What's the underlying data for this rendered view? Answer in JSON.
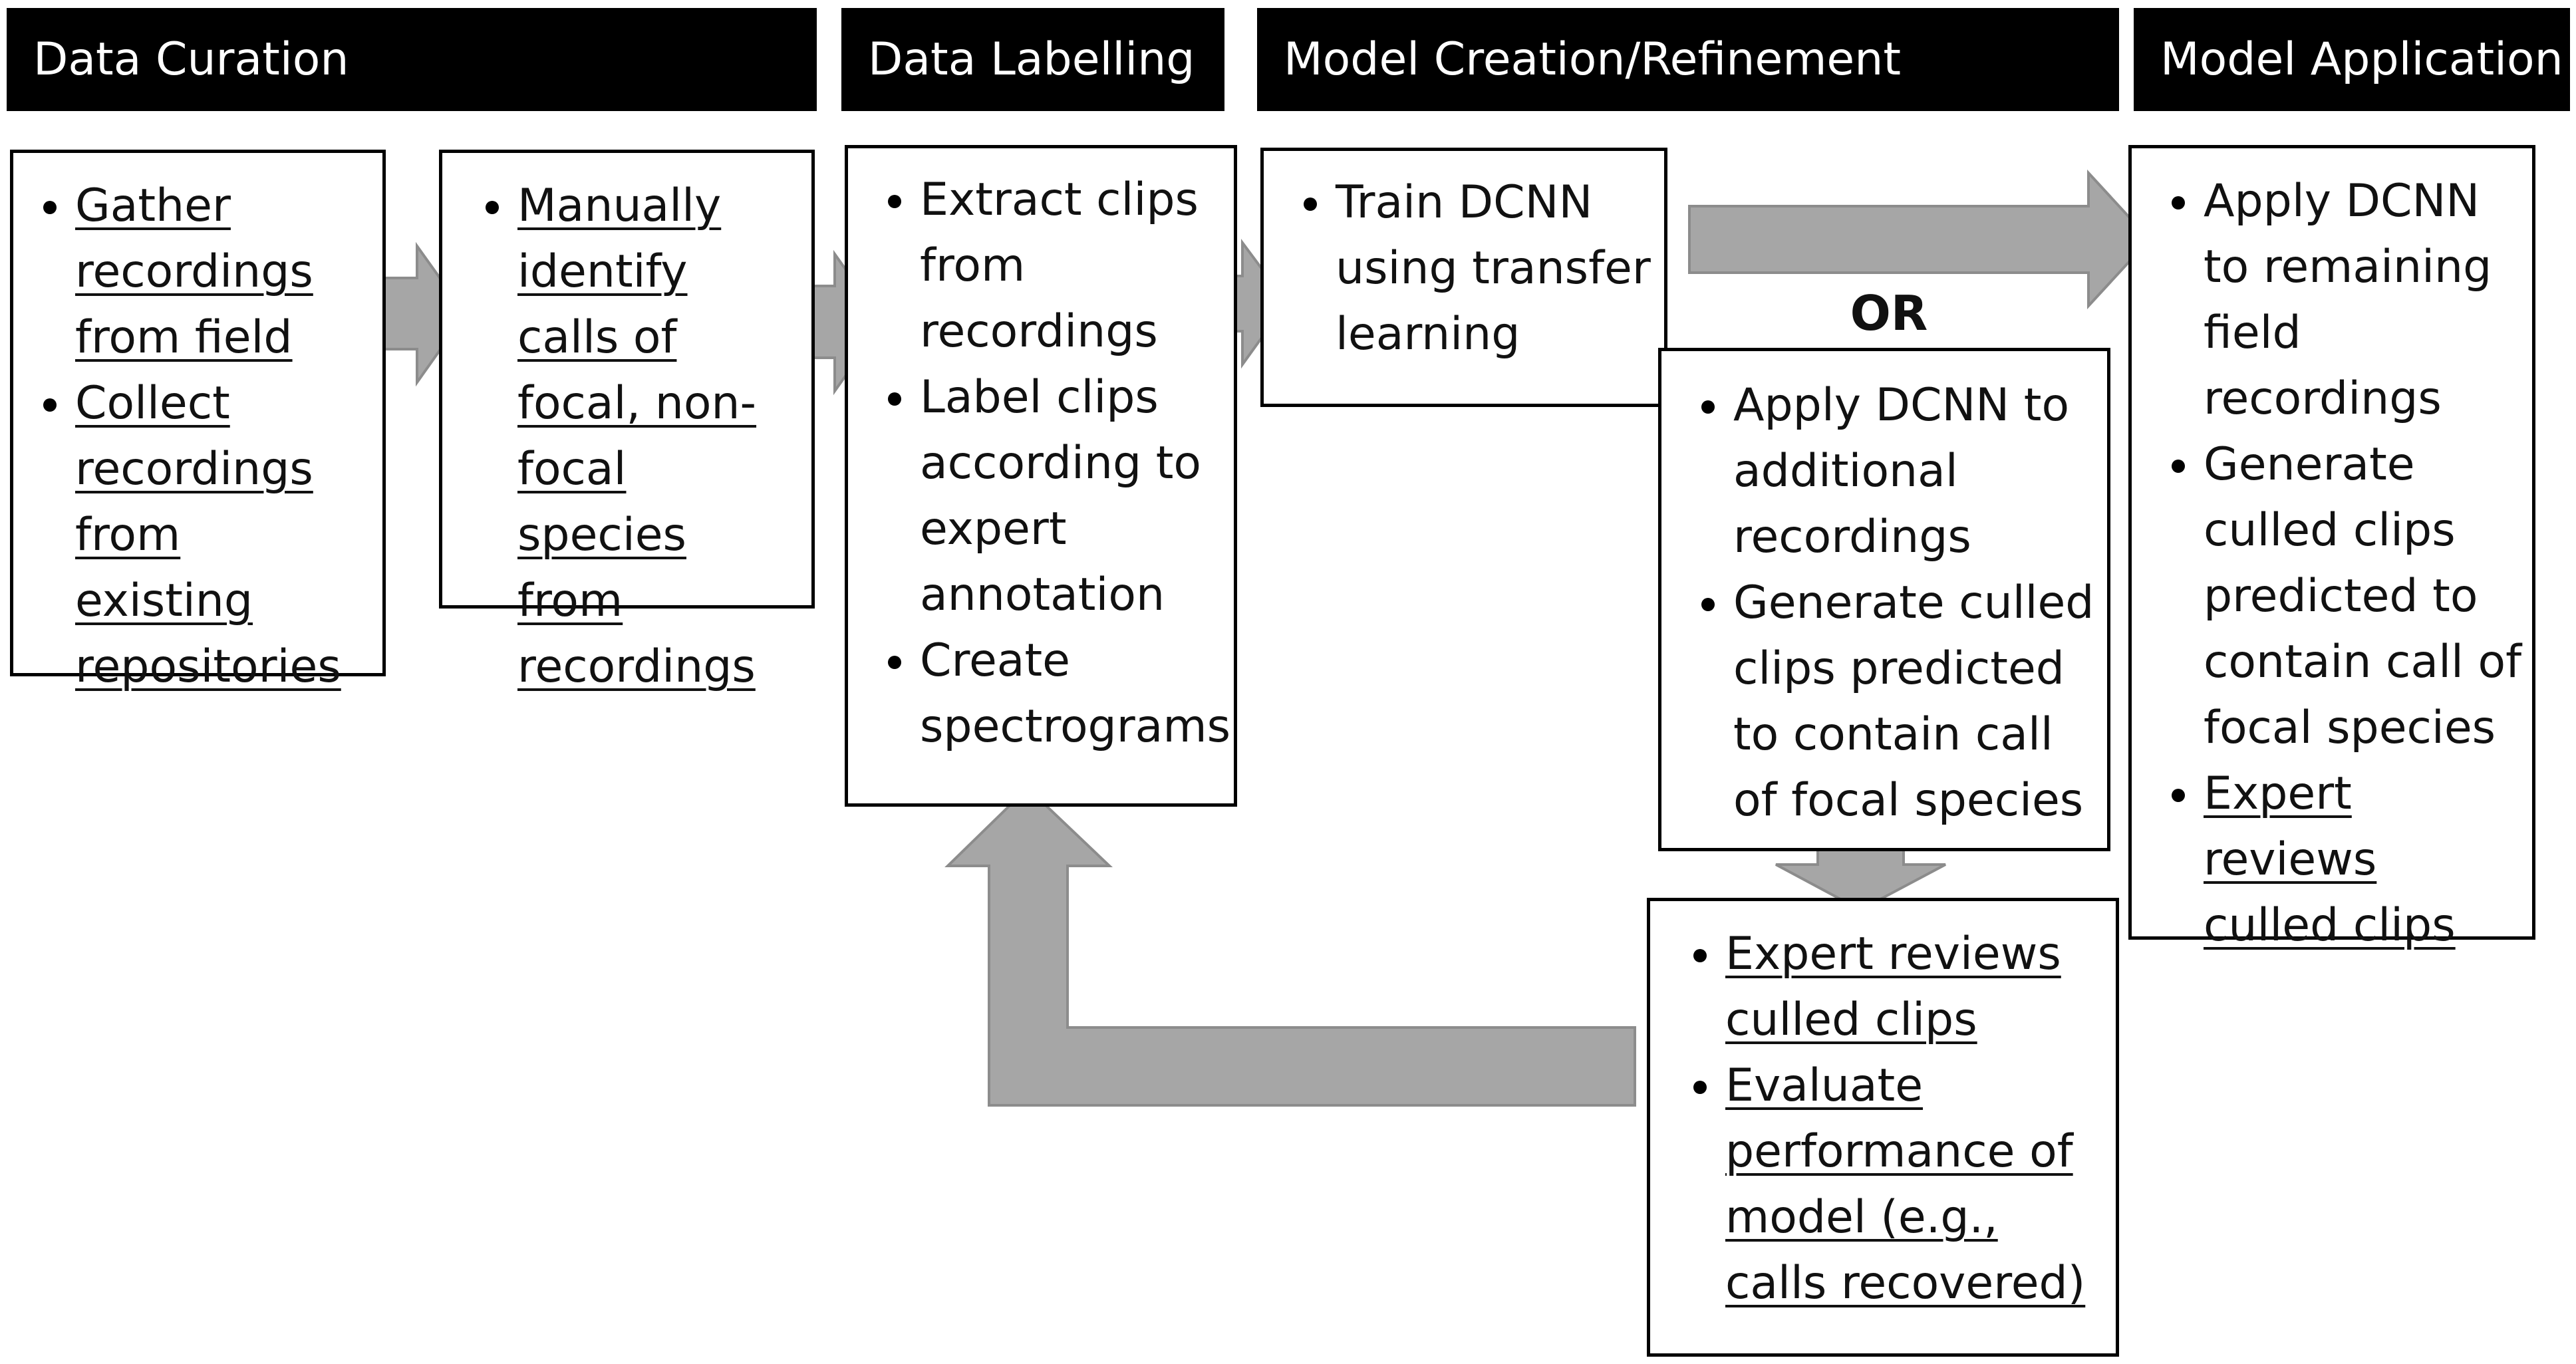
{
  "headers": [
    "Data Curation",
    "Data Labelling",
    "Model Creation/Refinement",
    "Model Application"
  ],
  "connector_label": "OR",
  "boxes": {
    "curation": {
      "items": [
        "Gather recordings from field",
        "Collect recordings from existing repositories"
      ]
    },
    "manual": {
      "items": [
        "Manually identify calls of focal, non-focal species from recordings"
      ]
    },
    "labelling": {
      "items": [
        "Extract clips from recordings",
        "Label clips according to expert annotation",
        "Create spectrograms"
      ]
    },
    "train": {
      "items": [
        "Train DCNN using transfer learning"
      ]
    },
    "apply_additional": {
      "items": [
        "Apply DCNN to additional recordings",
        "Generate culled clips predicted to contain call of focal species"
      ]
    },
    "review": {
      "items": [
        "Expert reviews culled clips",
        "Evaluate performance of model (e.g., calls recovered)"
      ]
    },
    "application": {
      "items": [
        "Apply DCNN to remaining field recordings",
        "Generate culled clips predicted to contain call of focal species",
        "Expert reviews culled clips"
      ]
    }
  },
  "colors": {
    "header_bg": "#000000",
    "header_text": "#ffffff",
    "arrow_fill": "#a6a6a6",
    "arrow_stroke": "#8c8c8c"
  }
}
